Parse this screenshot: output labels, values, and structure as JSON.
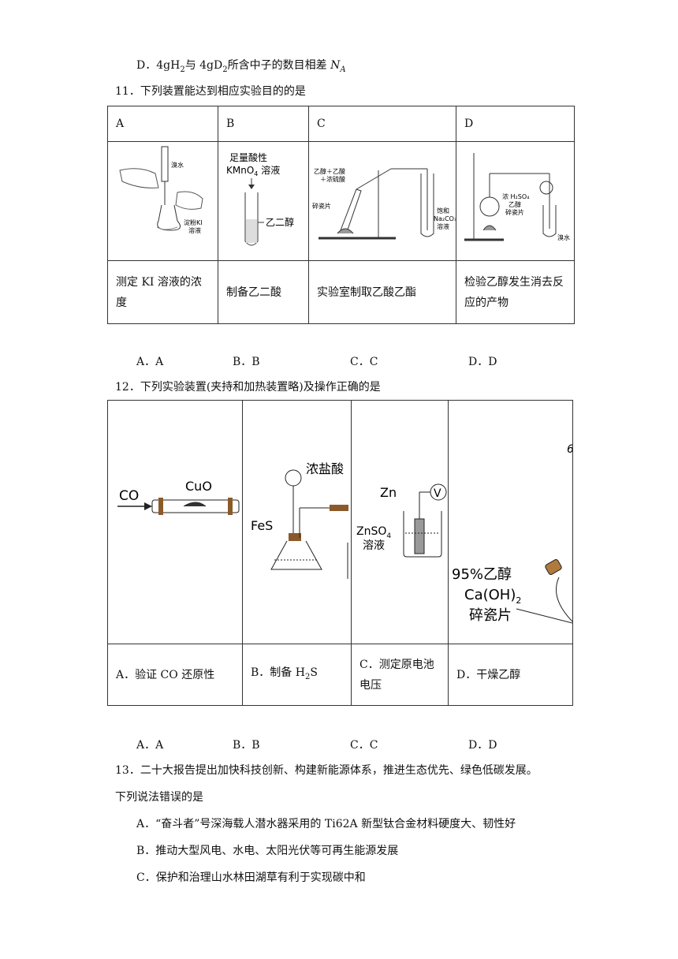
{
  "q10": {
    "optD": {
      "label": "D．4gH",
      "s1": "2",
      "mid": "与 4gD",
      "s2": "2",
      "tail": "所含中子的数目相差 ",
      "NA": "N",
      "NAsub": "A"
    }
  },
  "q11": {
    "stem": "11．下列装置能达到相应实验目的的是",
    "headers": [
      "A",
      "B",
      "C",
      "D"
    ],
    "purposes": [
      "测定 KI 溶液的浓度",
      "制备乙二酸",
      "实验室制取乙酸乙酯",
      "检验乙醇发生消去反应的产物"
    ],
    "figA": {
      "bromine": "溴水",
      "flask": "淀粉KI",
      "flask2": "溶液"
    },
    "figB": {
      "top1": "足量酸性",
      "top2a": "KMnO",
      "top2sub": "4",
      "top2b": " 溶液",
      "side": "乙二醇"
    },
    "figC": {
      "l1": "乙醇＋乙酸",
      "l2": "＋浓硫酸",
      "l3": "碎瓷片",
      "r1": "饱和",
      "r2": "Na₂CO₃",
      "r3": "溶液"
    },
    "figD": {
      "l1": "浓 H₂SO₄",
      "l2": "乙醇",
      "l3": "碎瓷片",
      "r1": "溴水"
    },
    "choices": [
      "A．A",
      "B．B",
      "C．C",
      "D．D"
    ]
  },
  "q12": {
    "stem": "12．下列实验装置(夹持和加热装置略)及操作正确的是",
    "figA": {
      "co": "CO",
      "cuo": "CuO"
    },
    "figB": {
      "acid": "浓盐酸",
      "fes": "FeS"
    },
    "figC": {
      "zn": "Zn",
      "v": "V",
      "sol1": "ZnSO",
      "sol1sub": "4",
      "sol2": "溶液"
    },
    "figD": {
      "corner": "6",
      "l1": "95%乙醇",
      "l2": "Ca(OH)",
      "l2sub": "2",
      "l3": "碎瓷片"
    },
    "captions": {
      "A": "A．验证 CO 还原性",
      "B_pre": "B．制备 H",
      "B_sub": "2",
      "B_post": "S",
      "C": "C．测定原电池电压",
      "D": "D．干燥乙醇"
    },
    "choices": [
      "A．A",
      "B．B",
      "C．C",
      "D．D"
    ]
  },
  "q13": {
    "stem1": "13．二十大报告提出加快科技创新、构建新能源体系，推进生态优先、绿色低碳发展。",
    "stem2": "下列说法错误的是",
    "options": [
      "A．“奋斗者”号深海载人潜水器采用的 Ti62A 新型钛合金材料硬度大、韧性好",
      "B．推动大型风电、水电、太阳光伏等可再生能源发展",
      "C．保护和治理山水林田湖草有利于实现碳中和"
    ]
  }
}
